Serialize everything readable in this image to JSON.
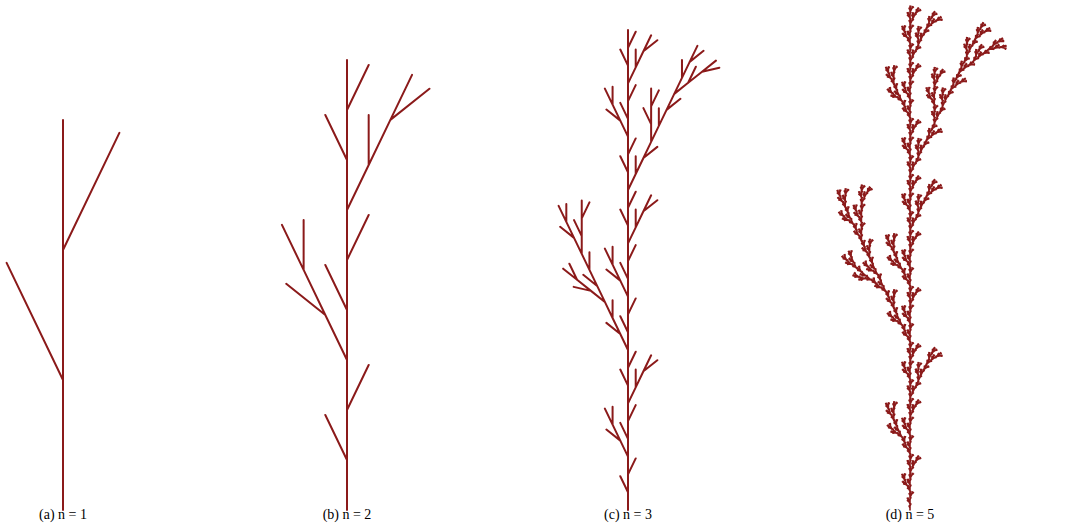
{
  "diagram": {
    "labels": [
      "(a) n = 1",
      "(b) n = 2",
      "(c) n = 3",
      "(d) n = 5"
    ]
  }
}
